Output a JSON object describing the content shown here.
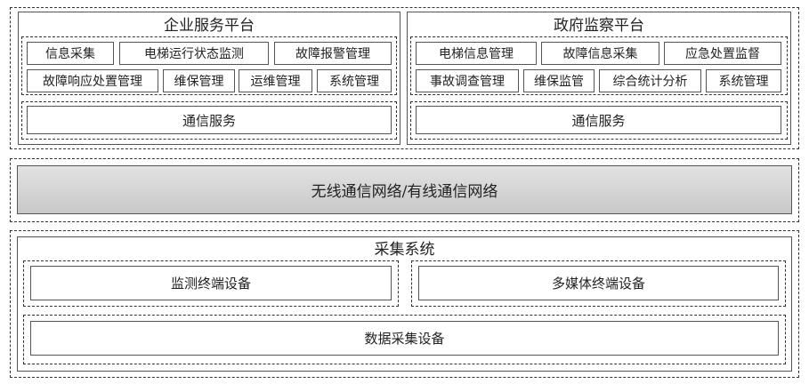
{
  "enterprise": {
    "title": "企业服务平台",
    "row1": [
      "信息采集",
      "电梯运行状态监测",
      "故障报警管理"
    ],
    "row2": [
      "故障响应处置管理",
      "维保管理",
      "运维管理",
      "系统管理"
    ],
    "comm": "通信服务"
  },
  "government": {
    "title": "政府监察平台",
    "row1": [
      "电梯信息管理",
      "故障信息采集",
      "应急处置监督"
    ],
    "row2": [
      "事故调查管理",
      "维保监管",
      "综合统计分析",
      "系统管理"
    ],
    "comm": "通信服务"
  },
  "network": {
    "label": "无线通信网络/有线通信网络"
  },
  "collection": {
    "title": "采集系统",
    "monitor": "监测终端设备",
    "multimedia": "多媒体终端设备",
    "data": "数据采集设备"
  }
}
